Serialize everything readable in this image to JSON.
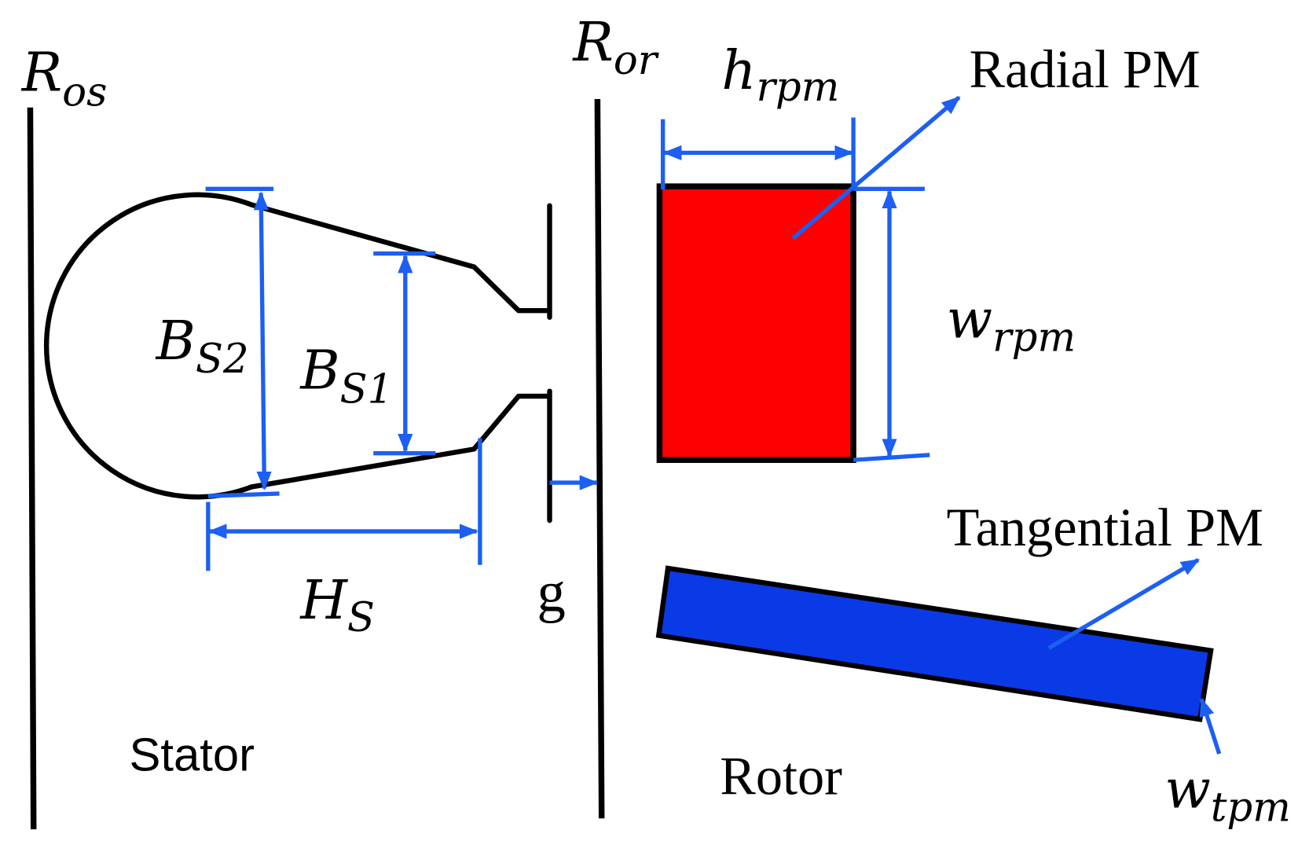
{
  "labels": {
    "r_os": {
      "base": "R",
      "sub": "os"
    },
    "r_or": {
      "base": "R",
      "sub": "or"
    },
    "h_rpm": {
      "base": "h",
      "sub": "rpm"
    },
    "w_rpm": {
      "base": "w",
      "sub": "rpm"
    },
    "w_tpm": {
      "base": "w",
      "sub": "tpm"
    },
    "b_s2": {
      "base": "B",
      "sub": "S2"
    },
    "b_s1": {
      "base": "B",
      "sub": "S1"
    },
    "h_s": {
      "base": "H",
      "sub": "S"
    },
    "g": "g",
    "radial_pm": "Radial PM",
    "tangential_pm": "Tangential PM",
    "stator": "Stator",
    "rotor": "Rotor"
  },
  "colors": {
    "outline": "#000000",
    "dimension": "#1c5ff2",
    "radial_pm": "#ff0000",
    "tangential_pm": "#0a3ae6",
    "text": "#000000"
  }
}
